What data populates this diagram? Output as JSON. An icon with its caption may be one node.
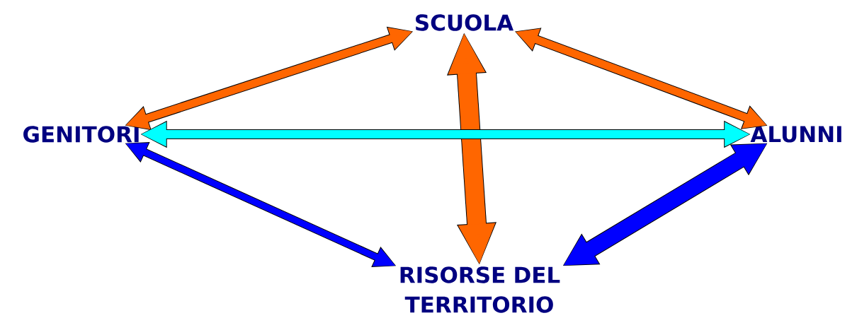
{
  "diagram": {
    "nodes": [
      {
        "text": [
          "SCUOLA"
        ]
      },
      {
        "text": [
          "GENITORI"
        ]
      },
      {
        "text": [
          "ALUNNI"
        ]
      },
      {
        "text": [
          "RISORSE DEL TERRITORIO"
        ]
      }
    ],
    "edges": [
      {
        "from": 1,
        "to": 0,
        "arrow": "both"
      },
      {
        "from": 0,
        "to": 2,
        "arrow": "both"
      },
      {
        "from": 0,
        "to": 3,
        "arrow": "both",
        "style": "thick"
      },
      {
        "from": 1,
        "to": 2,
        "arrow": "both",
        "color": "#00ffff"
      },
      {
        "from": 1,
        "to": 3,
        "arrow": "both",
        "color": "#0000ff"
      },
      {
        "from": 2,
        "to": 3,
        "arrow": "both",
        "color": "#0000ff",
        "style": "thick"
      }
    ]
  }
}
